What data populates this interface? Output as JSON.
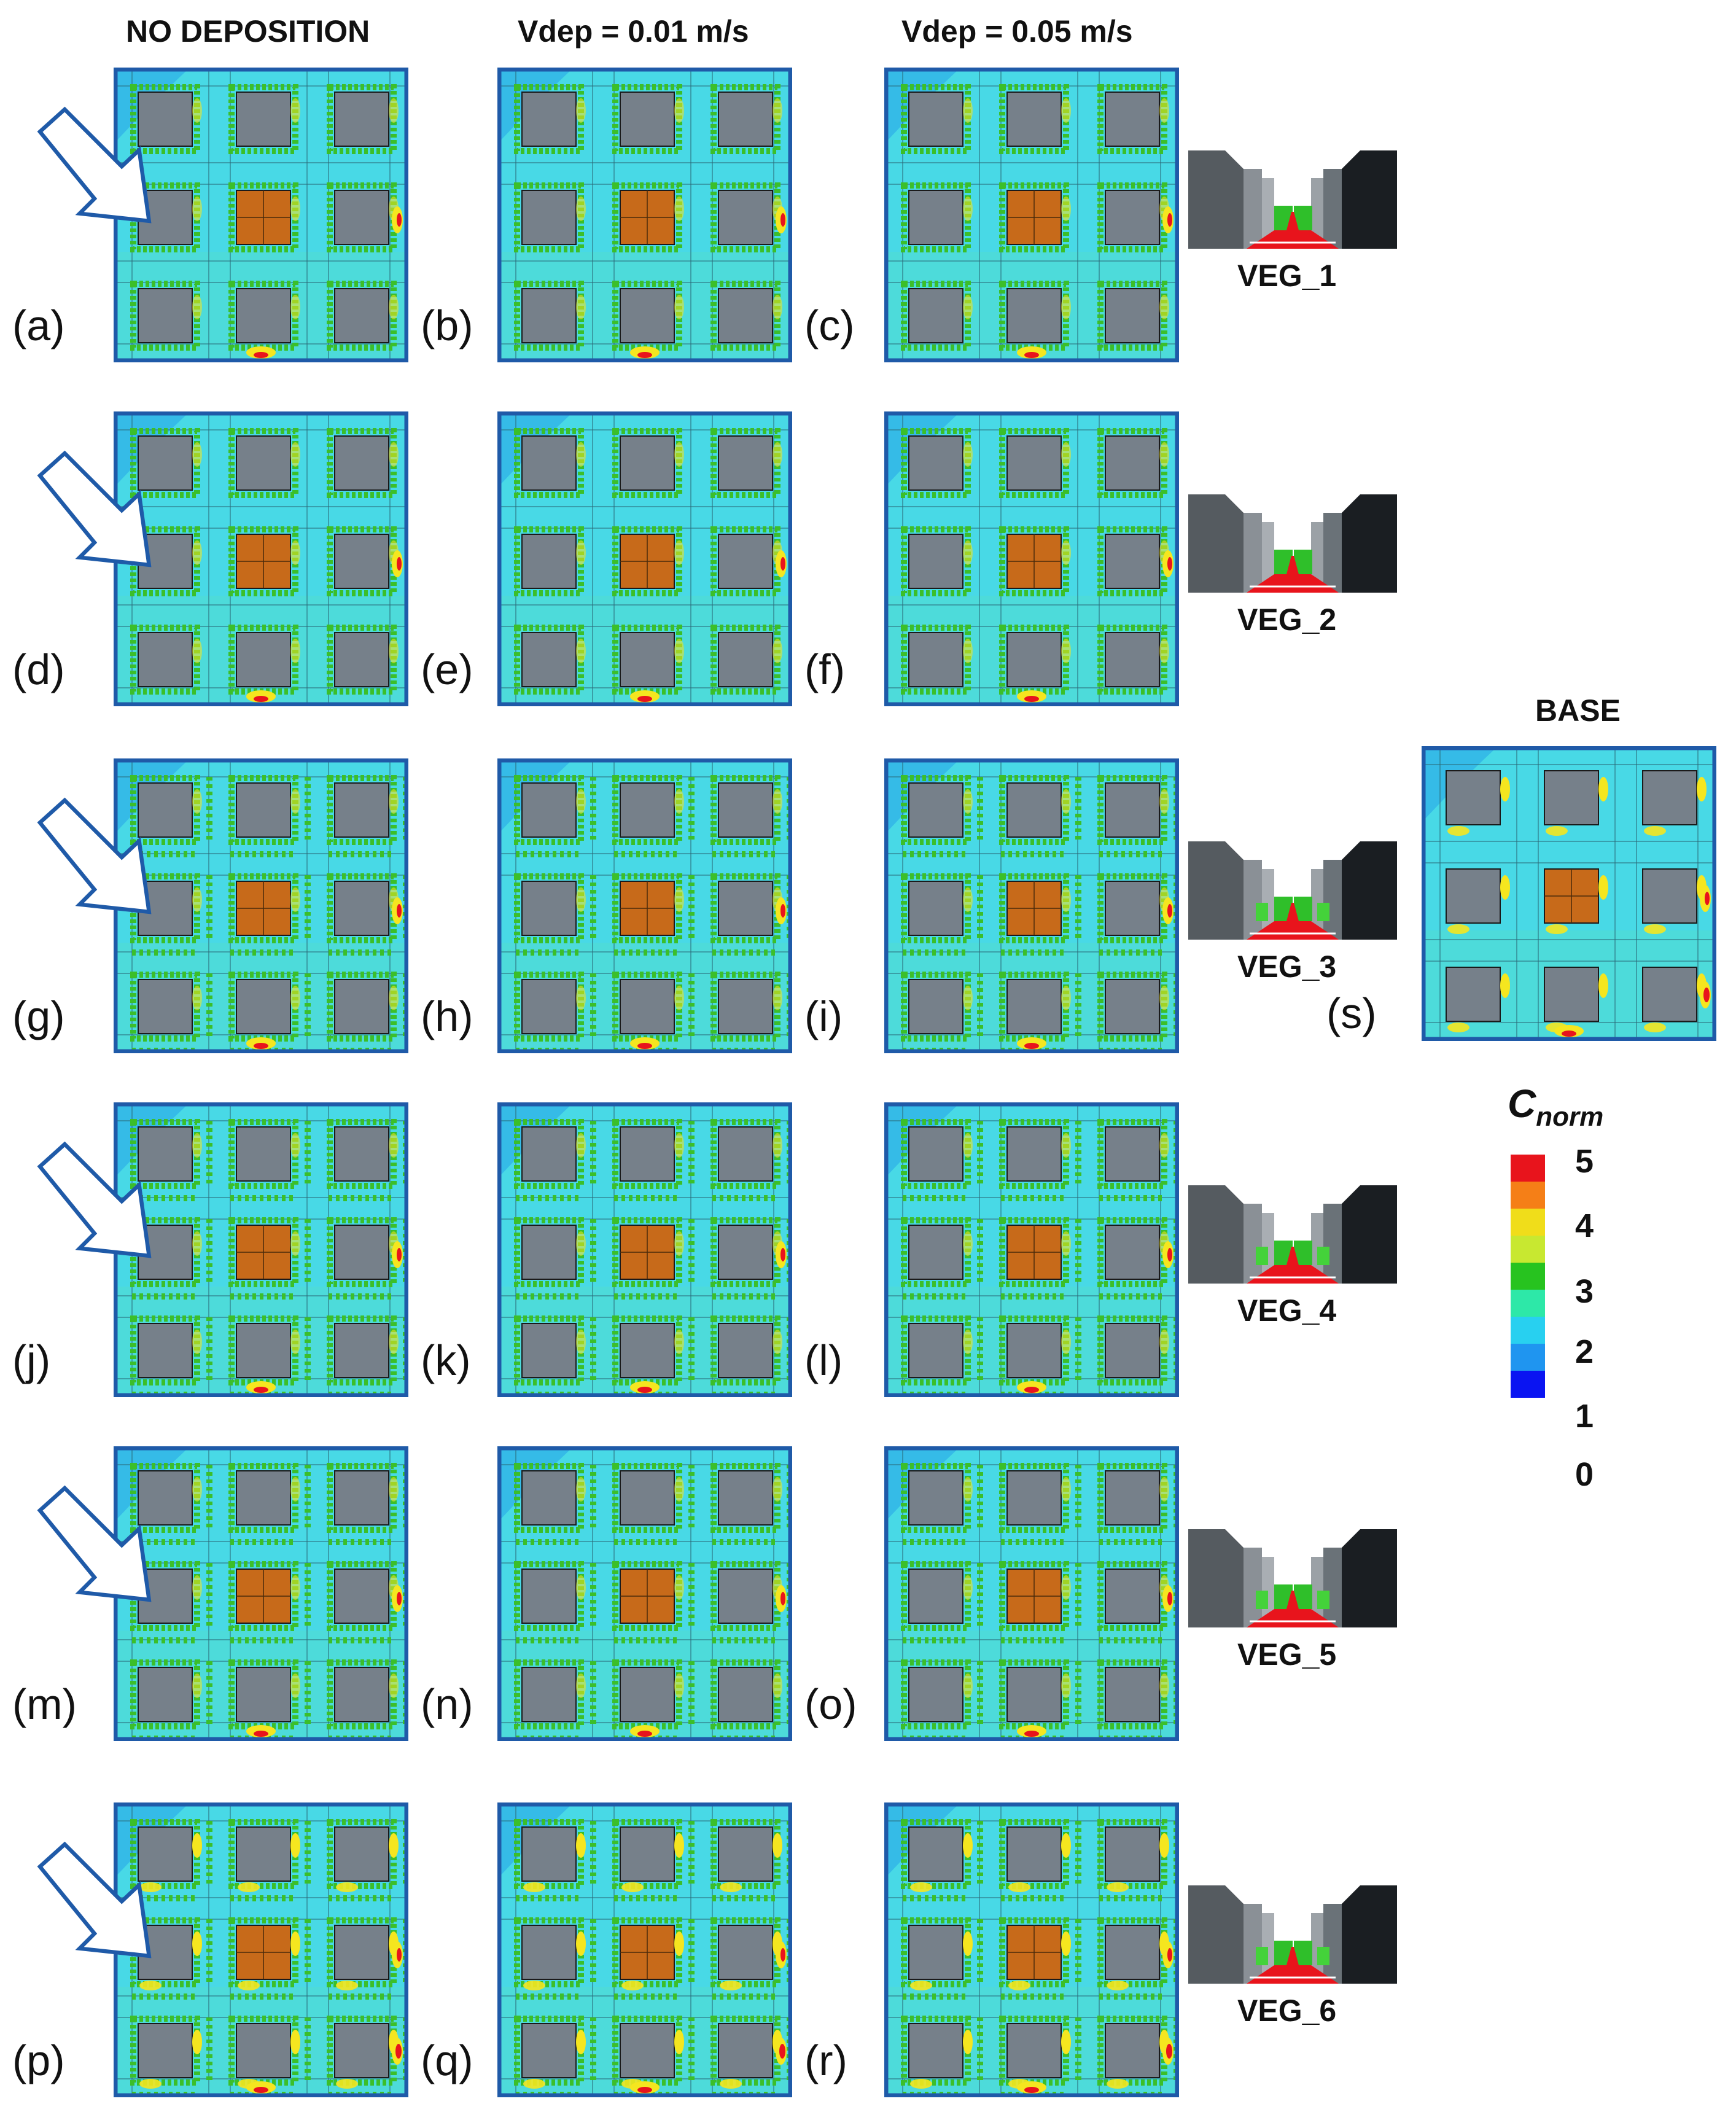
{
  "column_headers": {
    "col1": "NO DEPOSITION",
    "col2": "Vdep = 0.01 m/s",
    "col3": "Vdep = 0.05 m/s",
    "base": "BASE"
  },
  "rows": [
    {
      "labels": [
        "(a)",
        "(b)",
        "(c)"
      ],
      "veg": "VEG_1"
    },
    {
      "labels": [
        "(d)",
        "(e)",
        "(f)"
      ],
      "veg": "VEG_2"
    },
    {
      "labels": [
        "(g)",
        "(h)",
        "(i)"
      ],
      "veg": "VEG_3"
    },
    {
      "labels": [
        "(j)",
        "(k)",
        "(l)"
      ],
      "veg": "VEG_4"
    },
    {
      "labels": [
        "(m)",
        "(n)",
        "(o)"
      ],
      "veg": "VEG_5"
    },
    {
      "labels": [
        "(p)",
        "(q)",
        "(r)"
      ],
      "veg": "VEG_6"
    }
  ],
  "base_label": "(s)",
  "legend": {
    "title_main": "C",
    "title_sub": "norm",
    "ticks": [
      "5",
      "4",
      "3",
      "2",
      "1",
      "0"
    ],
    "colors": [
      "#e8141c",
      "#f57f17",
      "#f0dd1a",
      "#c8e830",
      "#27c31f",
      "#2de8a8",
      "#28d0f0",
      "#1f95f0",
      "#0a14f2"
    ]
  },
  "colors": {
    "field": "#48d9e6",
    "building": "#76808a",
    "target_building": "#c76a1a",
    "border": "#1f5aa8",
    "vegetation": "#3bbf2a",
    "hotspot": "#f5e61f",
    "hotspot_core": "#e8141c"
  }
}
